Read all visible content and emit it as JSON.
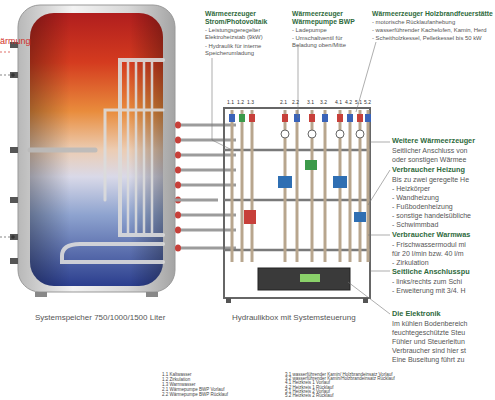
{
  "diagram": {
    "nodes": [
      {
        "text": [
          "Systemspeicher 750/1000/1500 Liter"
        ]
      },
      {
        "text": [
          "Hydraulikbox mit Systemsteuerung"
        ]
      }
    ],
    "edges": [
      {
        "from": 0,
        "to": 1,
        "arrow": "none"
      }
    ],
    "labels": [
      "ärmung",
      "1.1",
      "1.2",
      "1.3",
      "2.1",
      "2.2",
      "3.1",
      "3.2",
      "4.1",
      "4.2",
      "5.1",
      "5.2",
      "Wärmeerzeuger Strom/Photovoltaik",
      "- Leistungsgeregelter Elektroheizstab (9kW)",
      "- Hydraulik für interne Speicherumladung",
      "Wärmeerzeuger Wärmepumpe BWP",
      "- Ladepumpe",
      "- Umschaltventil für Beladung oben/Mitte",
      "Wärmeerzeuger Holzbrandfeuerstätte",
      "- motorische Rücklaufanhebung",
      "- wasserführender Kachelofen, Kamin, Herd",
      "- Scheitholzkessel, Pelletkessel bis 50 kW",
      "Weitere Wärmeerzeuger",
      "Seitlicher Anschluss von",
      "oder sonstigen Wärmee",
      "Verbraucher Heizung",
      "Bis zu zwei geregelte He",
      "- Heizkörper",
      "- Wandheizung",
      "- Fußbodenheizung",
      "- sonstige handelsübliche",
      "- Schwimmbad",
      "Verbraucher Warmwas",
      "- Frischwassermodul mi",
      "für 20 l/min bzw. 40 l/m",
      "- Zirkulation",
      "Seitliche Anschlusspu",
      "- links/rechts zum Schi",
      "- Erweiterung mit 3/4. H",
      "Die Elektronik",
      "Im kühlen Bodenbereich",
      "feuchtegeschützte Steu",
      "Fühler und Steuerleitun",
      "Verbraucher sind hier st",
      "Eine Buseitung führt zu",
      "1.1 Kaltwasser",
      "1.2 Zirkulation",
      "1.3 Warmwasser",
      "2.1 Wärmepumpe BWP Vorlauf",
      "2.2 Wärmepumpe BWP Rücklauf",
      "3.1 wasserführender Kamin/ Holzbrandeinsatz Vorlauf",
      "3.2 wasserführender Kamin/Holzbrandeinsatz Rücklauf",
      "4.1 Heizkreis 1 Vorlauf",
      "4.2 Heizkreis 1 Rücklauf",
      "5.1 Heizkreis 2 Vorlauf",
      "5.2 Heizkreis 2 Rücklauf"
    ]
  }
}
